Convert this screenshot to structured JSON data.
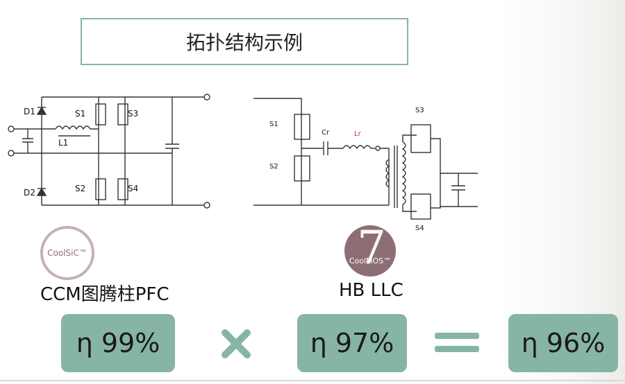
{
  "title": "拓扑结构示例",
  "left_circuit": {
    "labels": {
      "d1": "D1",
      "d2": "D2",
      "s1": "S1",
      "s2": "S2",
      "s3": "S3",
      "s4": "S4",
      "l1": "L1"
    },
    "badge": "CoolSiC™",
    "caption": "CCM图腾柱PFC"
  },
  "right_circuit": {
    "labels": {
      "s1": "S1",
      "s2": "S2",
      "s3": "S3",
      "s4": "S4",
      "cr": "Cr",
      "lr": "Lr"
    },
    "badge_number": "7",
    "badge": "CoolMOS™",
    "caption": "HB LLC"
  },
  "efficiencies": [
    {
      "label": "η 99%"
    },
    {
      "label": "η 97%"
    },
    {
      "label": "η 96%"
    }
  ],
  "colors": {
    "accent": "#86b5a6",
    "badge_sic": "#c6b0b4",
    "badge_mos": "#8c6e74",
    "lr_label": "#c0392b"
  },
  "icons": {
    "multiply": "multiply-icon",
    "equals": "equals-icon"
  }
}
